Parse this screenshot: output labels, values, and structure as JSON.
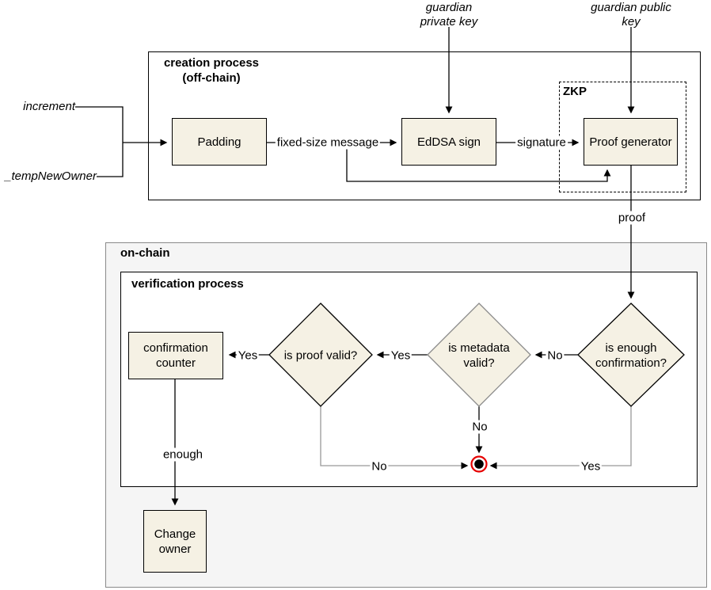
{
  "colors": {
    "node_fill": "#f5f1e4",
    "node_border": "#000000",
    "onchain_bg": "#f5f5f5",
    "onchain_border": "#8a8a8a",
    "gray_line": "#999999",
    "terminal_red": "#e60000"
  },
  "inputs": {
    "increment": "increment",
    "temp_new_owner": "_tempNewOwner",
    "guardian_private_key_l1": "guardian",
    "guardian_private_key_l2": "private key",
    "guardian_public_key_l1": "guardian public",
    "guardian_public_key_l2": "key"
  },
  "creation": {
    "title_l1": "creation process",
    "title_l2": "(off-chain)",
    "zkp": "ZKP",
    "padding": "Padding",
    "eddsa_sign": "EdDSA sign",
    "proof_generator": "Proof generator",
    "edge_fixed_size_message": "fixed-size message",
    "edge_signature": "signature"
  },
  "edge_proof": "proof",
  "onchain": {
    "title": "on-chain",
    "verification_title": "verification process",
    "confirmation_counter_l1": "confirmation",
    "confirmation_counter_l2": "counter",
    "is_proof_valid": "is proof valid?",
    "is_metadata_valid_l1": "is metadata",
    "is_metadata_valid_l2": "valid?",
    "is_enough_confirmation_l1": "is enough",
    "is_enough_confirmation_l2": "confirmation?",
    "change_owner_l1": "Change",
    "change_owner_l2": "owner",
    "edge_yes_proof_to_counter": "Yes",
    "edge_yes_metadata_to_proof": "Yes",
    "edge_no_enough_to_metadata": "No",
    "edge_no_metadata_to_end": "No",
    "edge_no_proof_to_end": "No",
    "edge_yes_enough_to_end": "Yes",
    "edge_enough": "enough"
  }
}
